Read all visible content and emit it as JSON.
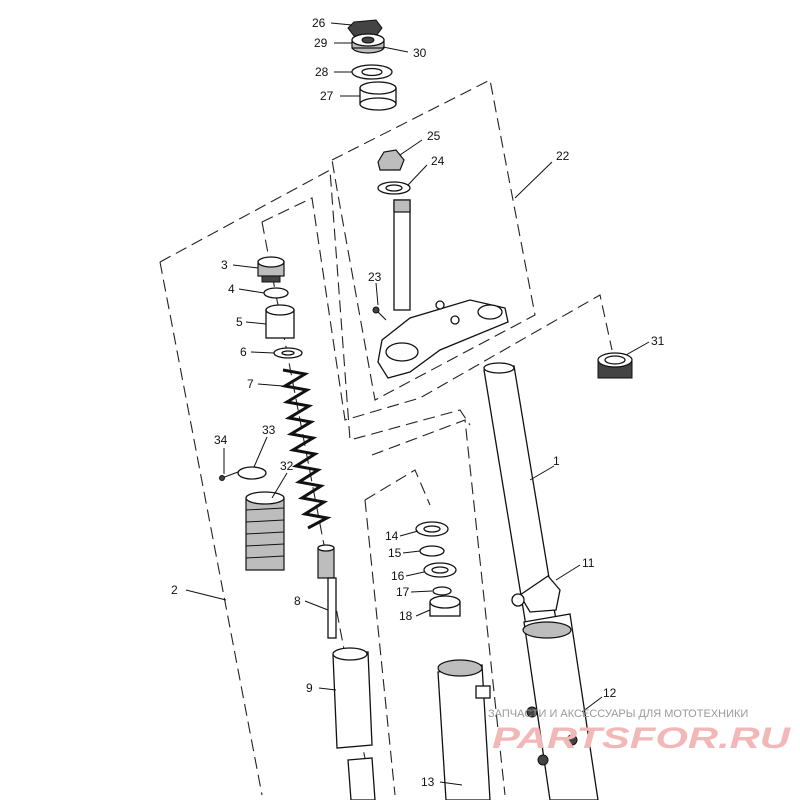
{
  "callouts": [
    {
      "id": "c26",
      "text": "26"
    },
    {
      "id": "c29",
      "text": "29"
    },
    {
      "id": "c30",
      "text": "30"
    },
    {
      "id": "c28",
      "text": "28"
    },
    {
      "id": "c27",
      "text": "27"
    },
    {
      "id": "c25",
      "text": "25"
    },
    {
      "id": "c24",
      "text": "24"
    },
    {
      "id": "c22",
      "text": "22"
    },
    {
      "id": "c3",
      "text": "3"
    },
    {
      "id": "c4",
      "text": "4"
    },
    {
      "id": "c5",
      "text": "5"
    },
    {
      "id": "c6",
      "text": "6"
    },
    {
      "id": "c7",
      "text": "7"
    },
    {
      "id": "c23",
      "text": "23"
    },
    {
      "id": "c31",
      "text": "31"
    },
    {
      "id": "c34",
      "text": "34"
    },
    {
      "id": "c33",
      "text": "33"
    },
    {
      "id": "c32",
      "text": "32"
    },
    {
      "id": "c1",
      "text": "1"
    },
    {
      "id": "c11",
      "text": "11"
    },
    {
      "id": "c14",
      "text": "14"
    },
    {
      "id": "c15",
      "text": "15"
    },
    {
      "id": "c16",
      "text": "16"
    },
    {
      "id": "c17",
      "text": "17"
    },
    {
      "id": "c18",
      "text": "18"
    },
    {
      "id": "c2",
      "text": "2"
    },
    {
      "id": "c8",
      "text": "8"
    },
    {
      "id": "c9",
      "text": "9"
    },
    {
      "id": "c12",
      "text": "12"
    },
    {
      "id": "c13",
      "text": "13"
    }
  ],
  "watermark": {
    "caption": "ЗАПЧАСТИ И АКСЕССУАРЫ ДЛЯ МОТОТЕХНИКИ",
    "logo": "PARTSFOR.RU"
  }
}
